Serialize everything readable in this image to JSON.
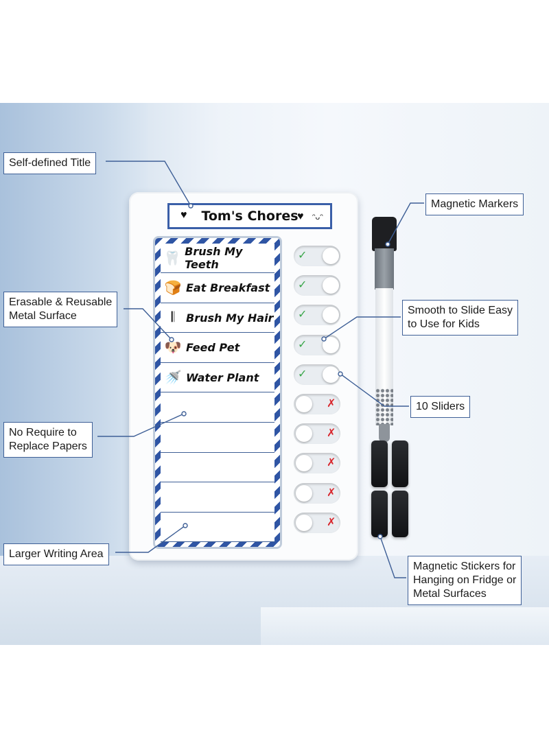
{
  "callouts": {
    "title": "Self-defined Title",
    "erasable": [
      "Erasable & Reusable",
      "Metal Surface"
    ],
    "papers": [
      "No Require to",
      "Replace Papers"
    ],
    "writing": "Larger Writing Area",
    "markers": "Magnetic Markers",
    "smooth": [
      "Smooth to Slide Easy",
      "to Use for Kids"
    ],
    "sliders": "10 Sliders",
    "stickers": [
      "Magnetic Stickers for",
      "Hanging on Fridge or",
      "Metal Surfaces"
    ]
  },
  "board": {
    "title": "Tom's Chores",
    "chores": [
      {
        "icon": "tooth-icon",
        "glyph": "🦷",
        "label": "Brush My Teeth"
      },
      {
        "icon": "bread-icon",
        "glyph": "🍞",
        "label": "Eat Breakfast"
      },
      {
        "icon": "comb-icon",
        "glyph": "𝄃",
        "label": "Brush My Hair"
      },
      {
        "icon": "pet-icon",
        "glyph": "🐶",
        "label": "Feed Pet"
      },
      {
        "icon": "watering-can-icon",
        "glyph": "🚿",
        "label": "Water Plant"
      }
    ],
    "slider_states": [
      "done",
      "done",
      "done",
      "done",
      "done",
      "todo",
      "todo",
      "todo",
      "todo",
      "todo"
    ]
  },
  "colors": {
    "accent": "#2f55a4",
    "check": "#3aa64a",
    "cross": "#d8262c",
    "callout_border": "#3e5f96"
  }
}
